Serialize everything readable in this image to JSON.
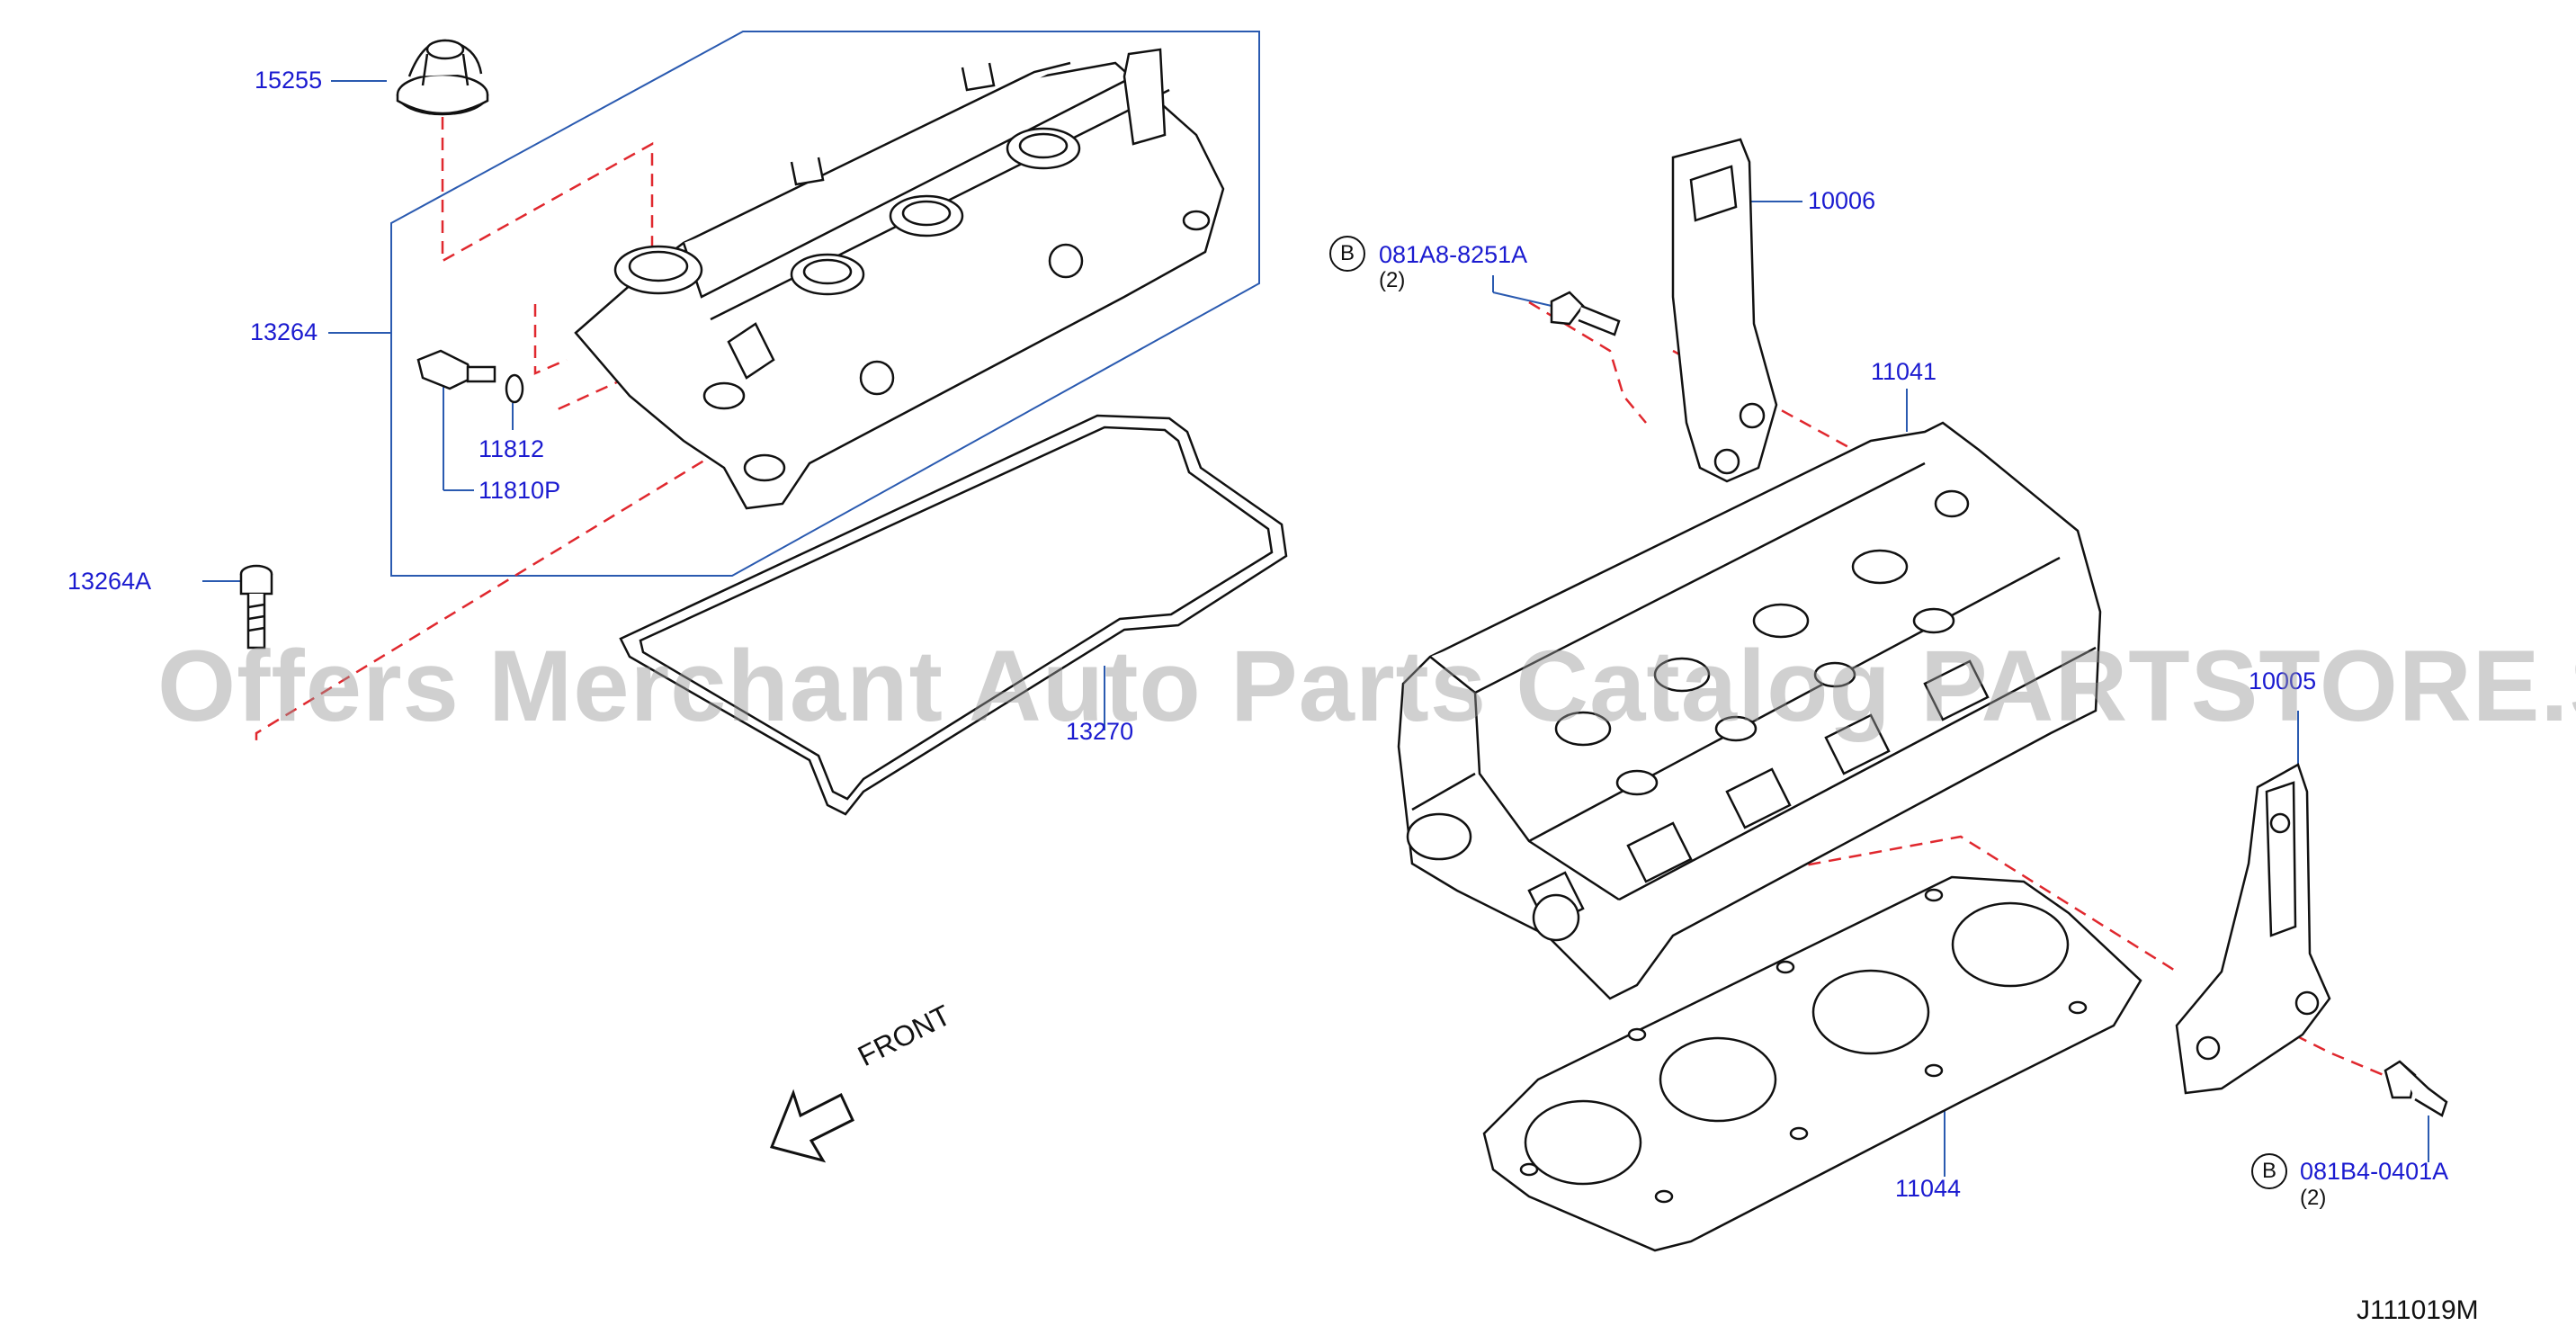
{
  "diagram": {
    "code": "J111019M",
    "front_label": "FRONT",
    "watermark": "Offers Merchant Auto Parts Catalog PARTSTORE.SA",
    "colors": {
      "label": "#1b1bd0",
      "dash": "#e0282e",
      "line": "#111111",
      "frame": "#2a5ab0"
    },
    "parts": {
      "p15255": "15255",
      "p13264": "13264",
      "p11812": "11812",
      "p11810p": "11810P",
      "p13264a": "13264A",
      "p13270": "13270",
      "p10006": "10006",
      "p11041": "11041",
      "p10005": "10005",
      "p11044": "11044",
      "bolt1": {
        "badge": "B",
        "number": "081A8-8251A",
        "qty": "(2)"
      },
      "bolt2": {
        "badge": "B",
        "number": "081B4-0401A",
        "qty": "(2)"
      }
    }
  }
}
